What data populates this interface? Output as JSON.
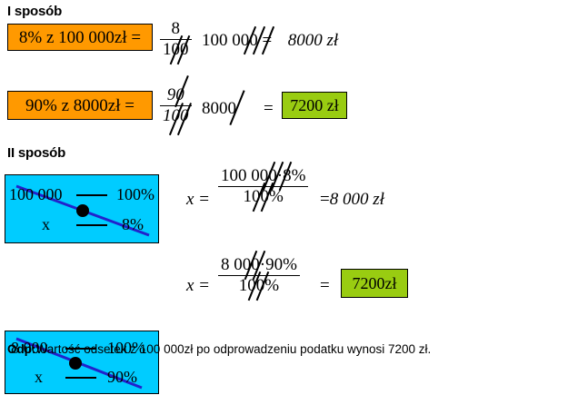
{
  "document": {
    "language": "pl",
    "kind": "math-worksheet-solution"
  },
  "colors": {
    "orange_box": "#FF9900",
    "green_box": "#99CC11",
    "cyan_box": "#00CCFF",
    "diagram_line": "#2222CC",
    "text": "#000000",
    "background": "#FFFFFF"
  },
  "sections": {
    "method_one": {
      "heading": "I sposób",
      "step1": {
        "statement_box": "8% z 100 000zł =",
        "fraction_numerator": "8",
        "fraction_denominator": "100",
        "multiplicand": "100 000",
        "equals": "=",
        "result": "8000 zł"
      },
      "step2": {
        "statement_box": "90% z 8000zł =",
        "fraction_numerator": "90",
        "fraction_denominator": "100",
        "multiplicand": "8000",
        "equals": "=",
        "result_box": "7200 zł"
      }
    },
    "method_two": {
      "heading": "II sposób",
      "step1": {
        "diagram": {
          "top_left": "100 000",
          "top_right": "100%",
          "bottom_left": "x",
          "bottom_right": "8%",
          "separator": "—"
        },
        "equation": {
          "lhs": "x =",
          "numerator_value": "100 000",
          "numerator_operator": "·",
          "numerator_percent": "8%",
          "denominator": "100%",
          "equals": "=",
          "result": "8 000 zł"
        }
      },
      "step2": {
        "diagram": {
          "top_left": "8 000",
          "top_right": "100%",
          "bottom_left": "x",
          "bottom_right": "90%",
          "separator": "—"
        },
        "equation": {
          "lhs": "x =",
          "numerator_value": "8 000",
          "numerator_operator": "·",
          "numerator_percent": "90%",
          "denominator": "100%",
          "equals": "=",
          "result_box": "7200zł"
        }
      }
    },
    "answer": {
      "label": "Odp:",
      "text": "Wartość odsetek z 100 000zł po odprowadzeniu podatku wynosi 7200 zł."
    }
  }
}
